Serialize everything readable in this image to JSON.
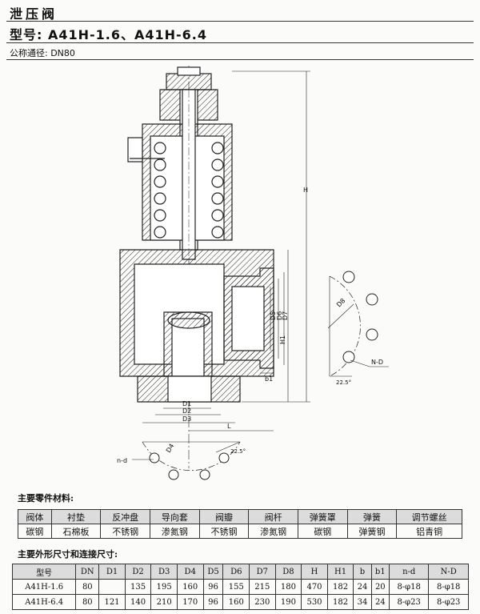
{
  "header": {
    "title": "泄压阀",
    "model": "型号: A41H-1.6、A41H-6.4",
    "nominal_size": "公称通径: DN80"
  },
  "drawing": {
    "labels": {
      "H": "H",
      "H1": "H1",
      "L": "L",
      "b1": "b1",
      "D1": "D1",
      "D2": "D2",
      "D3": "D3",
      "D4": "D4",
      "D5": "D5",
      "D6": "D6",
      "D7": "D7",
      "D8": "D8",
      "ND": "N-D",
      "nd": "n-d",
      "angle_right": "22.5°",
      "angle_bottom": "22.5°"
    }
  },
  "materials": {
    "caption": "主要零件材料:",
    "parts": [
      "阀体",
      "衬垫",
      "反冲盘",
      "导向套",
      "阀瓣",
      "阀杆",
      "弹簧罩",
      "弹簧",
      "调节螺丝"
    ],
    "materials": [
      "碳钢",
      "石棉板",
      "不锈钢",
      "渗氮钢",
      "不锈钢",
      "渗氮钢",
      "碳钢",
      "弹簧钢",
      "铝青铜"
    ]
  },
  "dimensions": {
    "caption": "主要外形尺寸和连接尺寸:",
    "headers": [
      "型号",
      "DN",
      "D1",
      "D2",
      "D3",
      "D4",
      "D5",
      "D6",
      "D7",
      "D8",
      "H",
      "H1",
      "b",
      "b1",
      "n-d",
      "N-D"
    ],
    "rows": [
      [
        "A41H-1.6",
        "80",
        "",
        "135",
        "195",
        "160",
        "96",
        "155",
        "215",
        "180",
        "470",
        "182",
        "24",
        "20",
        "8-φ18",
        "8-φ18"
      ],
      [
        "A41H-6.4",
        "80",
        "121",
        "140",
        "210",
        "170",
        "96",
        "160",
        "230",
        "190",
        "530",
        "182",
        "34",
        "24",
        "8-φ23",
        "8-φ23"
      ]
    ]
  }
}
